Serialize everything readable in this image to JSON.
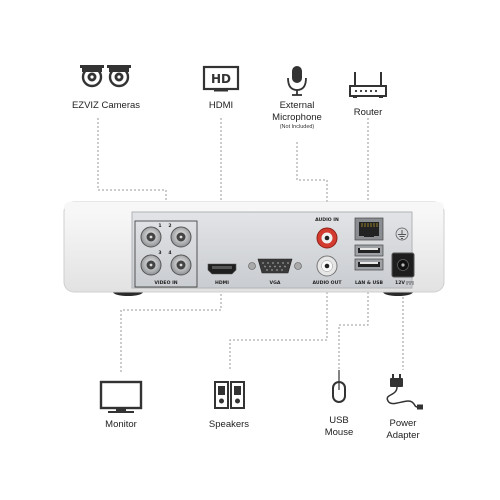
{
  "devices": {
    "cameras": {
      "label": "EZVIZ Cameras",
      "icon": "camera-icon"
    },
    "hdmi_top": {
      "label": "HDMI",
      "icon": "hd-screen-icon",
      "icon_text": "HD"
    },
    "microphone": {
      "label_line1": "External",
      "label_line2": "Microphone",
      "note": "(Not Included)",
      "icon": "microphone-icon"
    },
    "router": {
      "label": "Router",
      "icon": "router-icon"
    },
    "monitor": {
      "label": "Monitor",
      "icon": "monitor-icon"
    },
    "speakers": {
      "label": "Speakers",
      "icon": "speakers-icon"
    },
    "usb_mouse": {
      "label_line1": "USB",
      "label_line2": "Mouse",
      "icon": "mouse-icon"
    },
    "power": {
      "label_line1": "Power",
      "label_line2": "Adapter",
      "icon": "power-adapter-icon"
    }
  },
  "panel": {
    "bnc_numbers": [
      "1",
      "2",
      "3",
      "4"
    ],
    "video_in": "VIDEO IN",
    "hdmi": "HDMI",
    "vga": "VGA",
    "audio_in": "AUDIO IN",
    "audio_out": "AUDIO OUT",
    "lan_usb": "LAN & USB",
    "power": "12V"
  },
  "colors": {
    "line": "#9a9a9a",
    "icon": "#333333",
    "device_body": "#eeeeee",
    "panel": "#d6d8db",
    "audio_red": "#d23b2e"
  }
}
